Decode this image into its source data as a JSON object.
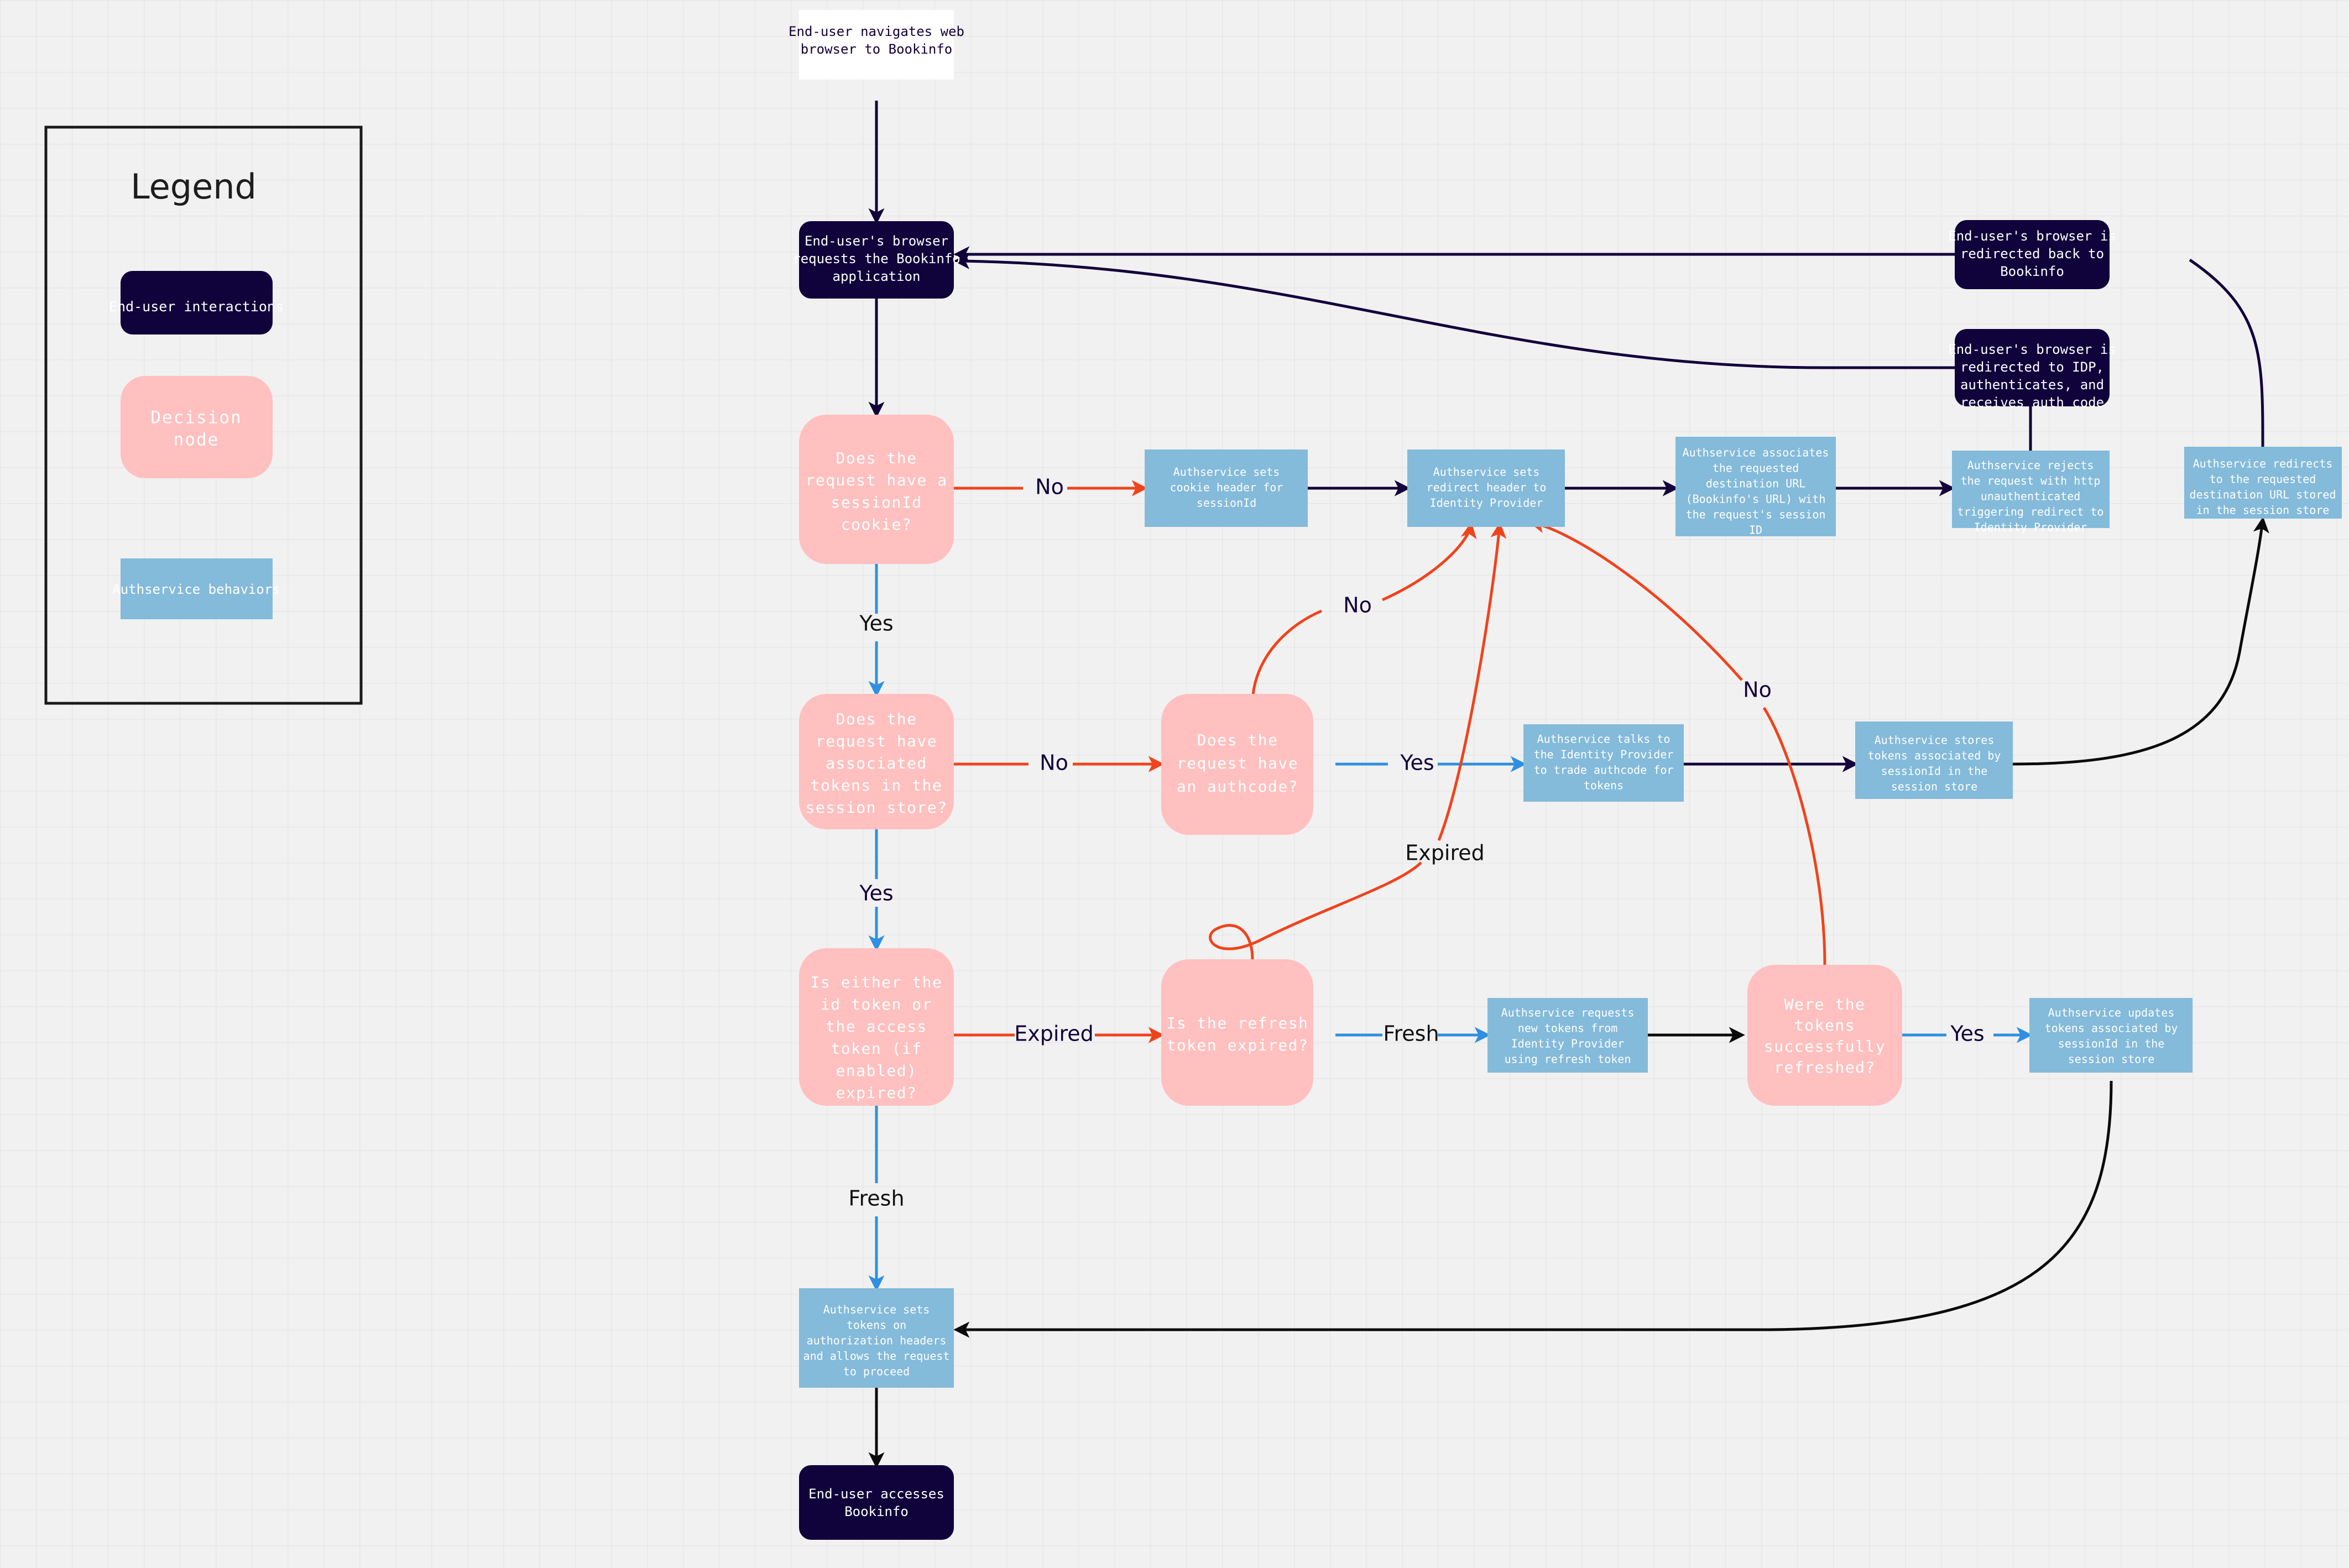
{
  "legend": {
    "title": "Legend",
    "items": [
      {
        "label": "End-user interactions",
        "color": "#10033b",
        "shape": "rounded"
      },
      {
        "label": "Decision\nnode",
        "color": "#ffc0bf",
        "shape": "rounded"
      },
      {
        "label": "Authservice behaviors",
        "color": "#84bada",
        "shape": "rect"
      }
    ]
  },
  "colors": {
    "background": "#f1f1f1",
    "grid": "#e6e6e6",
    "end_user": "#10033b",
    "decision": "#ffc0bf",
    "authservice": "#84bada",
    "edge_navy": "#12003b",
    "edge_black": "#0b0b0b",
    "edge_red": "#f0431c",
    "edge_blue": "#2f8fe0",
    "plain_node": "#ffffff"
  },
  "nodes": {
    "start": "End-user navigates web browser to Bookinfo",
    "browser_requests": "End-user's browser requests the Bookinfo application",
    "d_sessionid": "Does the request have a sessionId cookie?",
    "d_tokens_in_store": "Does the request have associated tokens in the session store?",
    "d_token_expired": "Is either the id token or the access token (if enabled) expired?",
    "d_authcode": "Does the request have an authcode?",
    "d_refresh_expired": "Is the refresh token expired?",
    "d_refresh_ok": "Were the tokens successfully refreshed?",
    "a_set_cookie": "Authservice sets cookie header for sessionId",
    "a_set_redirect": "Authservice sets redirect header to Identity Provider",
    "a_associate_url": "Authservice associates the requested destination URL (Bookinfo's URL) with the request's session ID",
    "a_reject": "Authservice rejects the request with http unauthenticated triggering redirect to Identity Provider",
    "a_redirect_dest": "Authservice redirects to the requested destination URL stored in the session store",
    "a_trade_authcode": "Authservice talks to the Identity Provider to trade authcode for tokens",
    "a_store_tokens": "Authservice stores tokens associated by sessionId in the session store",
    "a_request_new_tokens": "Authservice requests new tokens from Identity Provider using refresh token",
    "a_update_tokens": "Authservice updates tokens associated by sessionId in the session store",
    "a_set_auth_headers": "Authservice sets tokens on authorization headers and allows the request to proceed",
    "browser_redirect_back": "End-user's browser is redirected back to Bookinfo",
    "browser_redirect_idp": "End-user's browser is redirected to IDP, authenticates, and receives auth code",
    "end": "End-user accesses Bookinfo"
  },
  "edge_labels": {
    "sessionid_no": "No",
    "sessionid_yes": "Yes",
    "tokens_no": "No",
    "tokens_yes": "Yes",
    "token_expired": "Expired",
    "token_fresh": "Fresh",
    "authcode_no": "No",
    "authcode_yes": "Yes",
    "refresh_fresh": "Fresh",
    "refresh_expired": "Expired",
    "refresh_ok_yes": "Yes",
    "refresh_ok_no": "No"
  }
}
